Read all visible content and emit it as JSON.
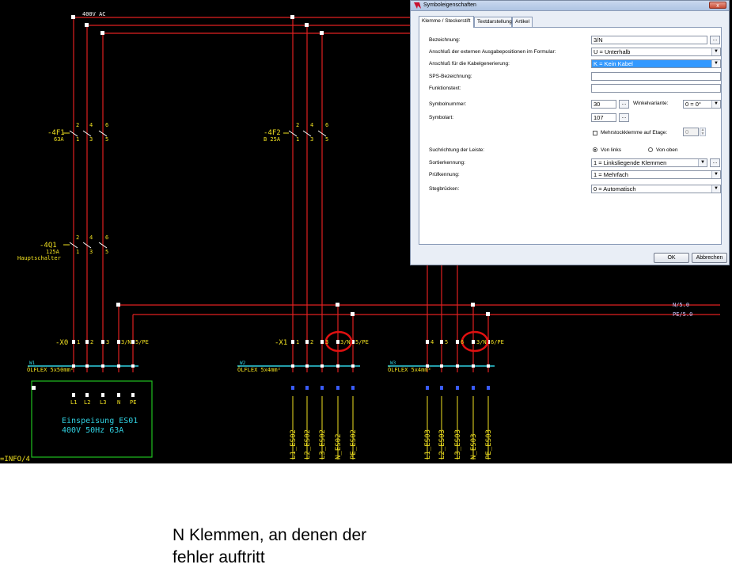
{
  "schematic": {
    "power_label": "400V AC",
    "fuse1": {
      "tag": "-4F1",
      "rating": "63A"
    },
    "fuse2": {
      "tag": "-4F2",
      "rating": "B 25A"
    },
    "switch": {
      "tag": "-4Q1",
      "rating": "125A",
      "desc": "Hauptschalter"
    },
    "terminal_x0": "-X0",
    "terminal_x1": "-X1",
    "x0_terms": [
      "1",
      "2",
      "3",
      "3/N",
      "5/PE"
    ],
    "x1_terms": [
      "1",
      "2",
      "3",
      "3/N",
      "5/PE"
    ],
    "x2_terms": [
      "4",
      "5",
      "6",
      "3/N",
      "6/PE"
    ],
    "pin_top": [
      "2",
      "4",
      "6"
    ],
    "pin_bottom": [
      "1",
      "3",
      "5"
    ],
    "cable_w1": {
      "tag": "W1",
      "type": "ÖLFLEX 5x50mm²"
    },
    "cable_w2": {
      "tag": "W2",
      "type": "ÖLFLEX 5x4mm²"
    },
    "cable_w3": {
      "tag": "W3",
      "type": "ÖLFLEX 5x4mm²"
    },
    "bus_n": "N/5.0",
    "bus_pe": "PE/5.0",
    "feed_terms": [
      "L1",
      "L2",
      "L3",
      "N",
      "PE"
    ],
    "feed_box": {
      "line1": "Einspeisung ES01",
      "line2": "400V 50Hz 63A"
    },
    "info_label": "=INFO/4",
    "vert_es02": [
      "L1_ES02",
      "L2_ES02",
      "L3_ES02",
      "N_ES02",
      "PE_ES02"
    ],
    "vert_es03": [
      "L1_ES03",
      "L2_ES03",
      "L3_ES03",
      "N_ES03",
      "PE_ES03"
    ]
  },
  "dialog": {
    "title": "Symboleigenschaften",
    "close": "x",
    "tabs": [
      "Klemme / Steckerstift",
      "Textdarstellung",
      "Artikel"
    ],
    "labels": {
      "bezeichnung": "Bezeichnung:",
      "anschluss_formular": "Anschluß der externen Ausgabepositionen im Formular:",
      "anschluss_kabel": "Anschluß für die Kabelgenerierung:",
      "sps": "SPS-Bezeichnung:",
      "funktionstext": "Funktionstext:",
      "symbolnummer": "Symbolnummer:",
      "winkelvariante": "Winkelvariante:",
      "symbolart": "Symbolart:",
      "mehrstock": "Mehrstockklemme auf Etage:",
      "suchrichtung": "Suchrichtung der Leiste:",
      "sortier": "Sortierkennung:",
      "pruef": "Prüfkennung:",
      "steg": "Stegbrücken:"
    },
    "values": {
      "bezeichnung": "3/N",
      "anschluss_formular": "U = Unterhalb",
      "anschluss_kabel": "K = Kein Kabel",
      "sps": "",
      "funktionstext": "",
      "symbolnummer": "30",
      "winkelvariante": "0 = 0°",
      "symbolart": "107",
      "etage": "0",
      "sortier": "1 = Linksliegende Klemmen",
      "pruef": "1 = Mehrfach",
      "steg": "0 = Automatisch"
    },
    "radio": {
      "von_links": "Von links",
      "von_oben": "Von oben"
    },
    "ellipsis": "...",
    "ok": "OK",
    "cancel": "Abbrechen"
  },
  "caption": {
    "line1": "N Klemmen, an denen der",
    "line2": "fehler auftritt"
  }
}
